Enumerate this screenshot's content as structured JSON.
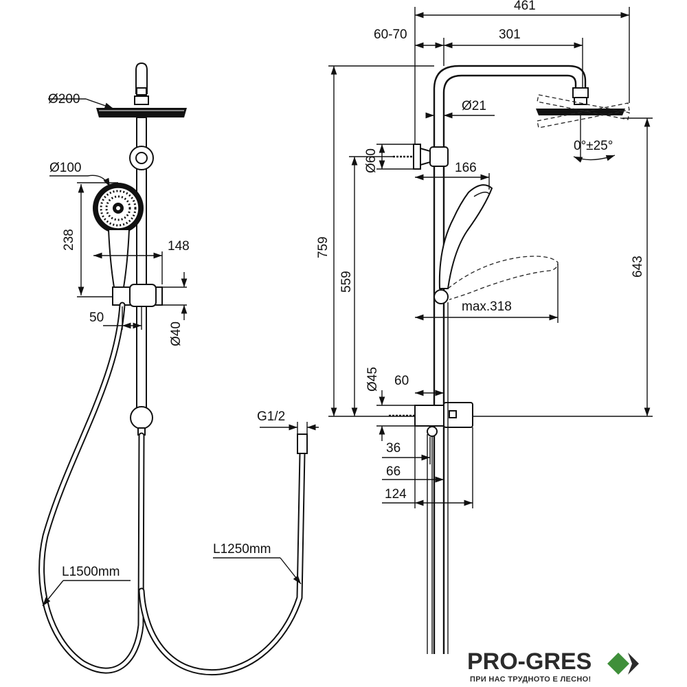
{
  "front_view": {
    "head_diameter": "Ø200",
    "hand_shower_diameter": "Ø100",
    "hand_shower_height": "238",
    "holder_width": "148",
    "hose_offset": "50",
    "bar_diameter": "Ø40",
    "hose_length_1": "L1500mm",
    "hose_length_2": "L1250mm",
    "thread": "G1/2"
  },
  "side_view": {
    "total_projection": "461",
    "wall_distance": "60-70",
    "arm_projection": "301",
    "pipe_diameter": "Ø21",
    "tilt_angle": "0°±25°",
    "bracket_diameter": "Ø60",
    "bracket_projection": "166",
    "total_height": "759",
    "bracket_height": "559",
    "head_height": "643",
    "max_reach": "max.318",
    "valve_diameter": "Ø45",
    "valve_depth": "60",
    "outlet_36": "36",
    "outlet_66": "66",
    "outlet_124": "124"
  },
  "logo": {
    "name": "PRO-GRES",
    "tagline": "ПРИ НАС ТРУДНОТО Е ЛЕСНО!",
    "colors": {
      "green": "#3f8f3a",
      "dark": "#2b2b2b"
    }
  }
}
